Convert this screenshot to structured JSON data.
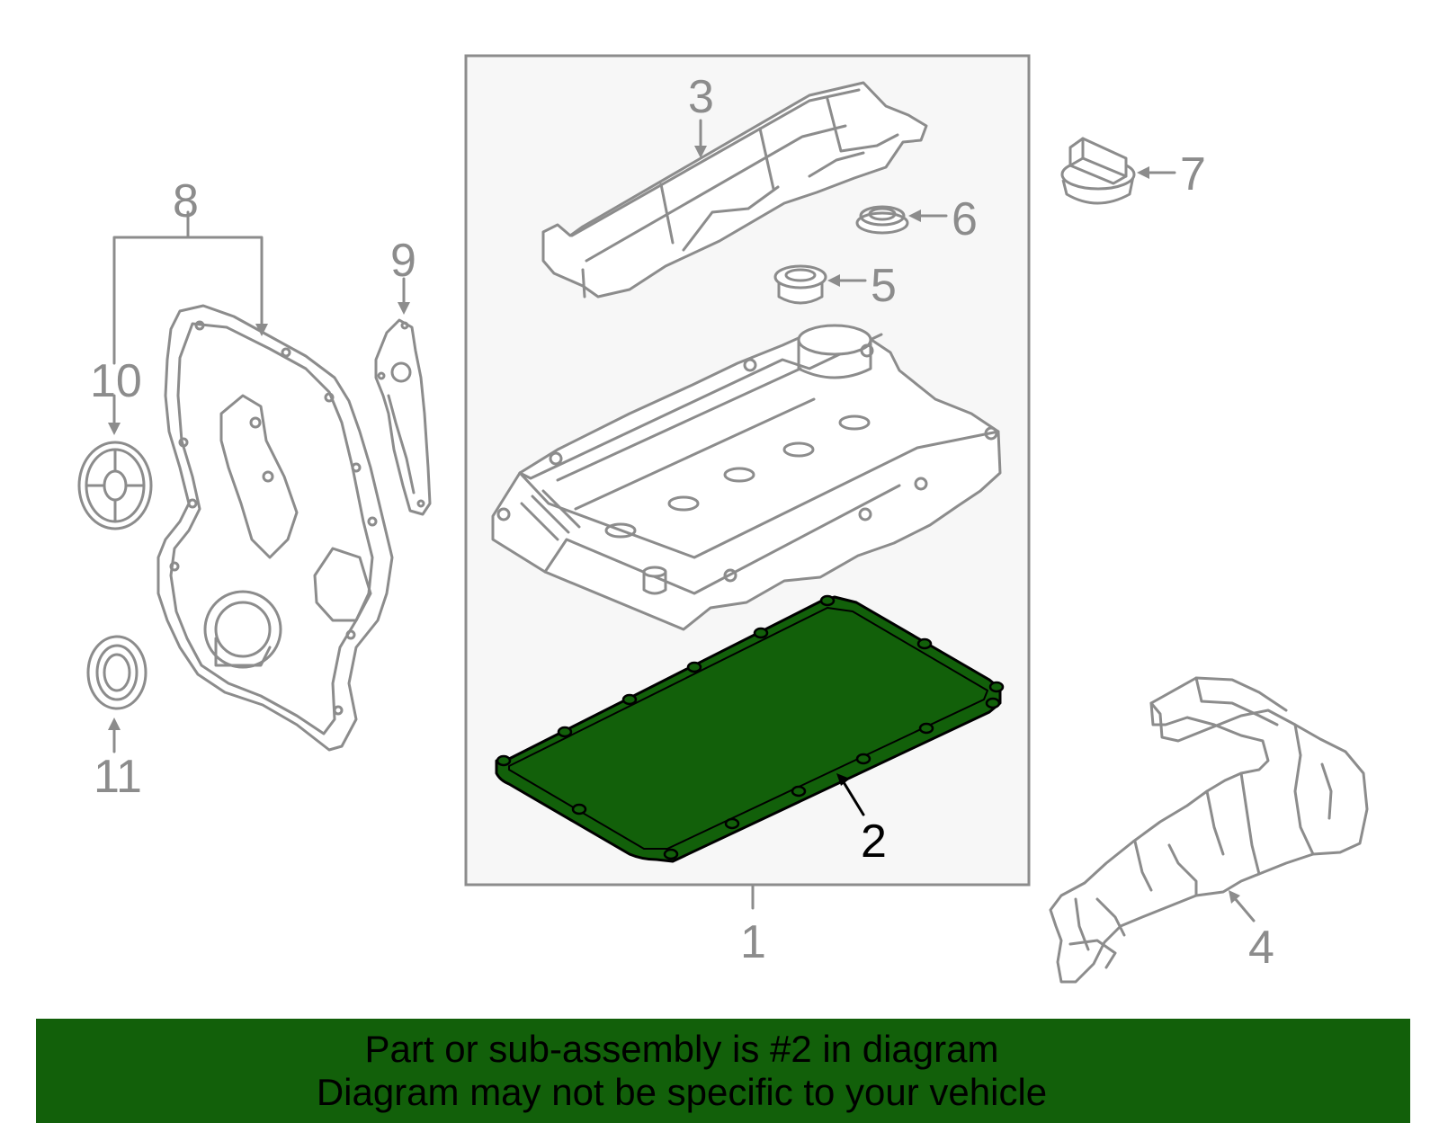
{
  "callouts": {
    "c1": "1",
    "c2": "2",
    "c3": "3",
    "c4": "4",
    "c5": "5",
    "c6": "6",
    "c7": "7",
    "c8": "8",
    "c9": "9",
    "c10": "10",
    "c11": "11"
  },
  "highlighted_part": "2",
  "colors": {
    "highlight": "#12600a",
    "line_art": "#8c8c8c",
    "assembly_box_fill": "#f7f7f7",
    "banner": "#12600a"
  },
  "banner": {
    "line1": "Part or sub-assembly is #2 in diagram",
    "line2": "Diagram may not be specific to your vehicle"
  }
}
